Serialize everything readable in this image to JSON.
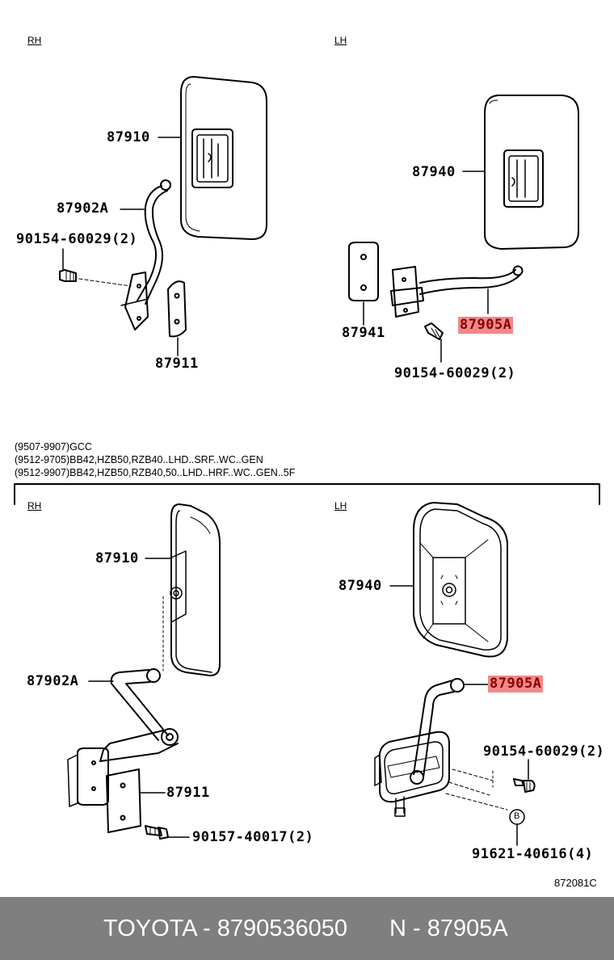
{
  "top": {
    "rh": {
      "side_label": "RH",
      "mirror": "87910",
      "stay": "87902A",
      "bolt": "90154-60029(2)",
      "plate": "87911"
    },
    "lh": {
      "side_label": "LH",
      "mirror": "87940",
      "plate": "87941",
      "stay": "87905A",
      "bolt": "90154-60029(2)"
    }
  },
  "notes": [
    "(9507-9907)GCC",
    "(9512-9705)BB42,HZB50,RZB40..LHD..SRF..WC..GEN",
    "(9512-9907)BB42,HZB50,RZB40,50..LHD..HRF..WC..GEN..5F"
  ],
  "bottom": {
    "rh": {
      "side_label": "RH",
      "mirror": "87910",
      "stay": "87902A",
      "plate": "87911",
      "bolt": "90157-40017(2)"
    },
    "lh": {
      "side_label": "LH",
      "mirror": "87940",
      "stay": "87905A",
      "bolt": "90154-60029(2)",
      "circle_marker": "B",
      "rivet": "91621-40616(4)"
    }
  },
  "diagram_code": "872081C",
  "footer": {
    "brand_part": "TOYOTA - 8790536050",
    "ref": "N - 87905A"
  },
  "colors": {
    "highlight_bg": "#f08a8a",
    "highlight_text": "#8b0000",
    "footer_bg": "#7f7f7f"
  }
}
